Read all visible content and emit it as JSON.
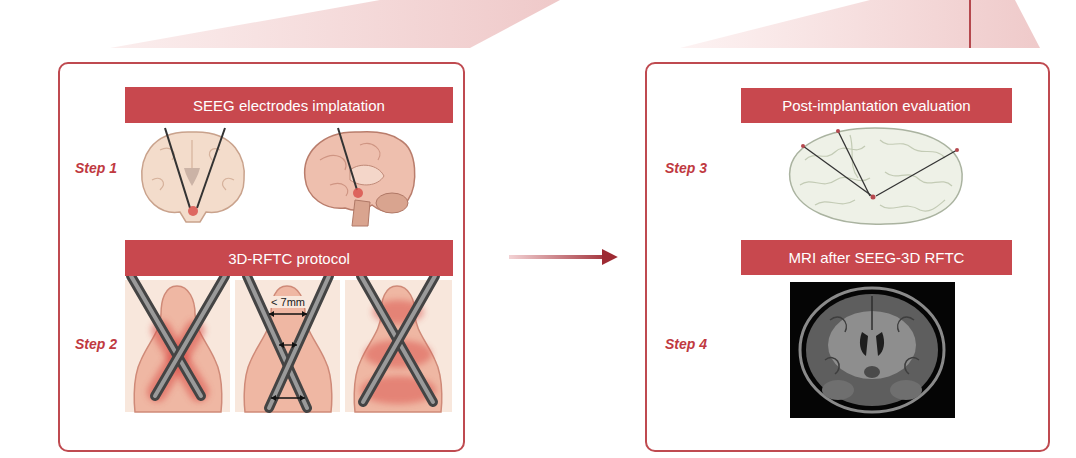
{
  "diagram": {
    "nodes": [
      {
        "text": [
          "Step 1",
          "Step 2"
        ]
      },
      {
        "text": [
          "SEEG electrodes implatation"
        ],
        "in": 0
      },
      {
        "text": [
          "3D-RFTC protocol"
        ],
        "in": 0
      },
      {
        "text": [
          "Step 3",
          "Step 4"
        ]
      },
      {
        "text": [
          "Post-implantation evaluation"
        ],
        "in": 3
      },
      {
        "text": [
          "MRI after SEEG-3D RFTC"
        ],
        "in": 3
      }
    ],
    "edges": [
      {
        "from": 0,
        "to": 3,
        "arrow": "to"
      }
    ],
    "labels": [
      "< 7mm"
    ]
  }
}
